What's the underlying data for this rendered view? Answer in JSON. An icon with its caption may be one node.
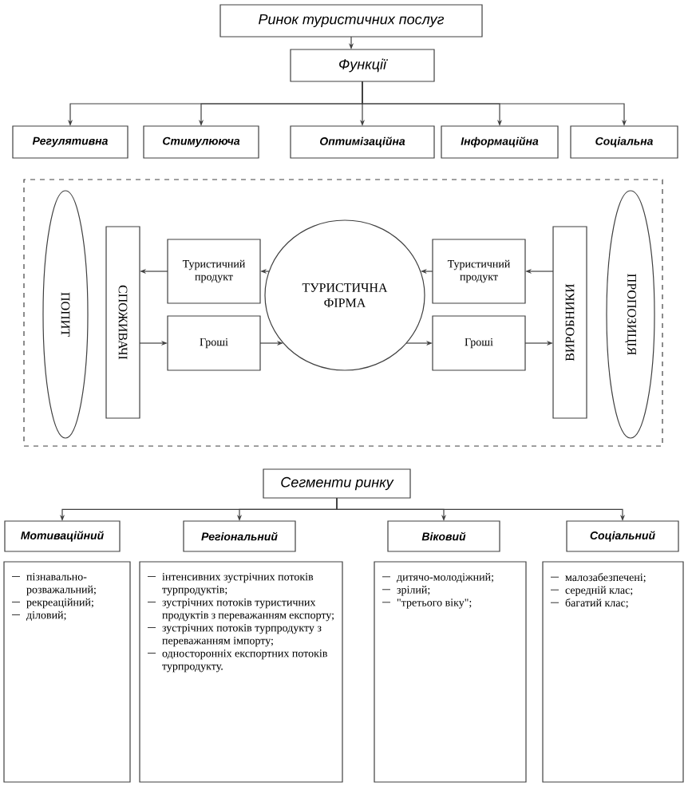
{
  "diagram": {
    "nodes": [
      {
        "text": [
          "Ринок туристичних послуг"
        ]
      },
      {
        "text": [
          "Функції"
        ]
      },
      {
        "text": [
          "Регулятивна"
        ]
      },
      {
        "text": [
          "Стимулююча"
        ]
      },
      {
        "text": [
          "Оптимізаційна"
        ]
      },
      {
        "text": [
          "Інформаційна"
        ]
      },
      {
        "text": [
          "Соціальна"
        ]
      },
      {
        "text": [],
        "shape": "box"
      },
      {
        "text": [
          "ПОПИТ"
        ],
        "in": 7
      },
      {
        "text": [
          "СПОЖИВАЧІ"
        ],
        "in": 7
      },
      {
        "text": [
          "Туристичний продукт"
        ],
        "in": 7
      },
      {
        "text": [
          "Гроші"
        ],
        "in": 7
      },
      {
        "text": [
          "ТУРИСТИЧНА ФІРМА"
        ],
        "in": 7
      },
      {
        "text": [
          "Туристичний продукт"
        ],
        "in": 7
      },
      {
        "text": [
          "Гроші"
        ],
        "in": 7
      },
      {
        "text": [
          "ВИРОБНИКИ"
        ],
        "in": 7
      },
      {
        "text": [
          "ПРОПОЗИЦІЯ"
        ],
        "in": 7
      },
      {
        "text": [
          "Сегменти ринку"
        ]
      },
      {
        "text": [
          "Мотиваційний"
        ]
      },
      {
        "text": [
          "Регіональний"
        ]
      },
      {
        "text": [
          "Віковий"
        ]
      },
      {
        "text": [
          "Соціальний"
        ]
      },
      {
        "text": [
          "пізнавально-розважальний;",
          "рекреаційний;",
          "діловий;"
        ]
      },
      {
        "text": [
          "інтенсивних зустрічних потоків турпродуктів;",
          "зустрічних потоків туристичних продуктів з переважанням експорту;",
          "зустрічних потоків турпродукту з переважанням імпорту;",
          "односторонніх експортних потоків турпродукту."
        ]
      },
      {
        "text": [
          "дитячо-молодіжний;",
          "зрілий;",
          "\"третього віку\";"
        ]
      },
      {
        "text": [
          "малозабезпечені;",
          "середній клас;",
          "багатий клас;"
        ]
      }
    ],
    "edges": [
      {
        "from": 0,
        "to": 1,
        "arrow": "to"
      },
      {
        "from": 1,
        "to": 2,
        "arrow": "to"
      },
      {
        "from": 1,
        "to": 3,
        "arrow": "to"
      },
      {
        "from": 1,
        "to": 4,
        "arrow": "to"
      },
      {
        "from": 1,
        "to": 5,
        "arrow": "to"
      },
      {
        "from": 1,
        "to": 6,
        "arrow": "to"
      },
      {
        "from": 12,
        "to": 10,
        "arrow": "to"
      },
      {
        "from": 10,
        "to": 9,
        "arrow": "to"
      },
      {
        "from": 9,
        "to": 11,
        "arrow": "to"
      },
      {
        "from": 11,
        "to": 12,
        "arrow": "to"
      },
      {
        "from": 13,
        "to": 12,
        "arrow": "to"
      },
      {
        "from": 15,
        "to": 13,
        "arrow": "to"
      },
      {
        "from": 12,
        "to": 14,
        "arrow": "to"
      },
      {
        "from": 14,
        "to": 15,
        "arrow": "to"
      },
      {
        "from": 17,
        "to": 18,
        "arrow": "to"
      },
      {
        "from": 17,
        "to": 19,
        "arrow": "to"
      },
      {
        "from": 17,
        "to": 20,
        "arrow": "to"
      },
      {
        "from": 17,
        "to": 21,
        "arrow": "to"
      }
    ]
  }
}
